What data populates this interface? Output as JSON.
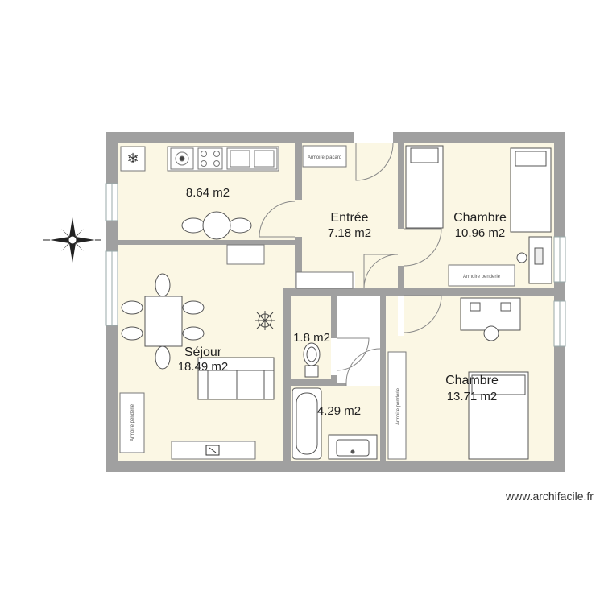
{
  "rooms": {
    "kitchen": {
      "area": "8.64 m2"
    },
    "entree": {
      "name": "Entrée",
      "area": "7.18 m2"
    },
    "chambre1": {
      "name": "Chambre",
      "area": "10.96 m2"
    },
    "sejour": {
      "name": "Séjour",
      "area": "18.49 m2"
    },
    "wc": {
      "area": "1.8 m2"
    },
    "bathroom": {
      "area": "4.29 m2"
    },
    "chambre2": {
      "name": "Chambre",
      "area": "13.71 m2"
    }
  },
  "furniture": {
    "entree_cabinet": "Armoire placard",
    "chambre1_cabinet": "Armoire penderie",
    "sejour_cabinet": "Armoire penderie",
    "chambre2_cabinet": "Armoire penderie"
  },
  "watermark": "www.archifacile.fr",
  "colors": {
    "wall": "#a0a0a0",
    "floor": "#fbf7e4",
    "hall": "#ffffff"
  }
}
